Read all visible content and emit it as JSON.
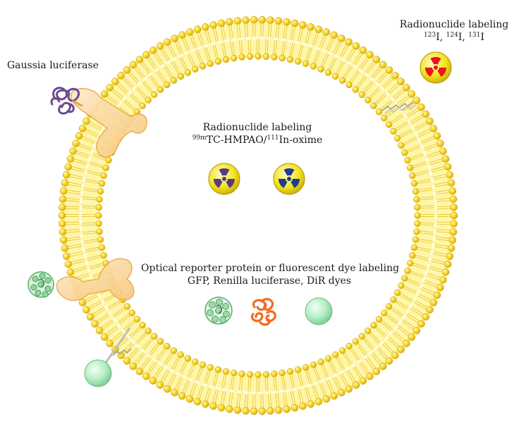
{
  "labels": {
    "gaussia": "Gaussia luciferase",
    "radio_outer_title": "Radionuclide labeling",
    "radio_outer_iso": {
      "s1": "123",
      "b1": "I, ",
      "s2": "124",
      "b2": "I, ",
      "s3": "131",
      "b3": "I"
    },
    "radio_inner_title": "Radionuclide labeling",
    "radio_inner_iso": {
      "s1": "99m",
      "b1": "TC-HMPAO/",
      "s2": "111",
      "b2": "In-oxime"
    },
    "optical_title": "Optical reporter protein or fluorescent dye labeling",
    "optical_sub": "GFP, Renilla luciferase, DiR dyes"
  },
  "colors": {
    "lipid_head": "#f4d21e",
    "bilayer_fill": "#fff6a8",
    "midline": "#ffffff",
    "radio_red_fill": "#e8151b",
    "radio_purple_fill": "#5c3a82",
    "radio_blue_fill": "#1f3c8c",
    "radio_bg": "#f2e51a",
    "protein_fill": "#fbd7a0",
    "gaussia_coil": "#6b4a8e",
    "renilla_coil": "#f26b1d",
    "gfp": "#8fd69a",
    "dir_dye": "#b6efc6"
  },
  "icons": [
    "radiation-icon-red",
    "radiation-icon-purple",
    "radiation-icon-blue",
    "gfp-protein-icon",
    "renilla-luciferase-icon",
    "dir-dye-sphere-icon",
    "gaussia-coil-icon"
  ]
}
